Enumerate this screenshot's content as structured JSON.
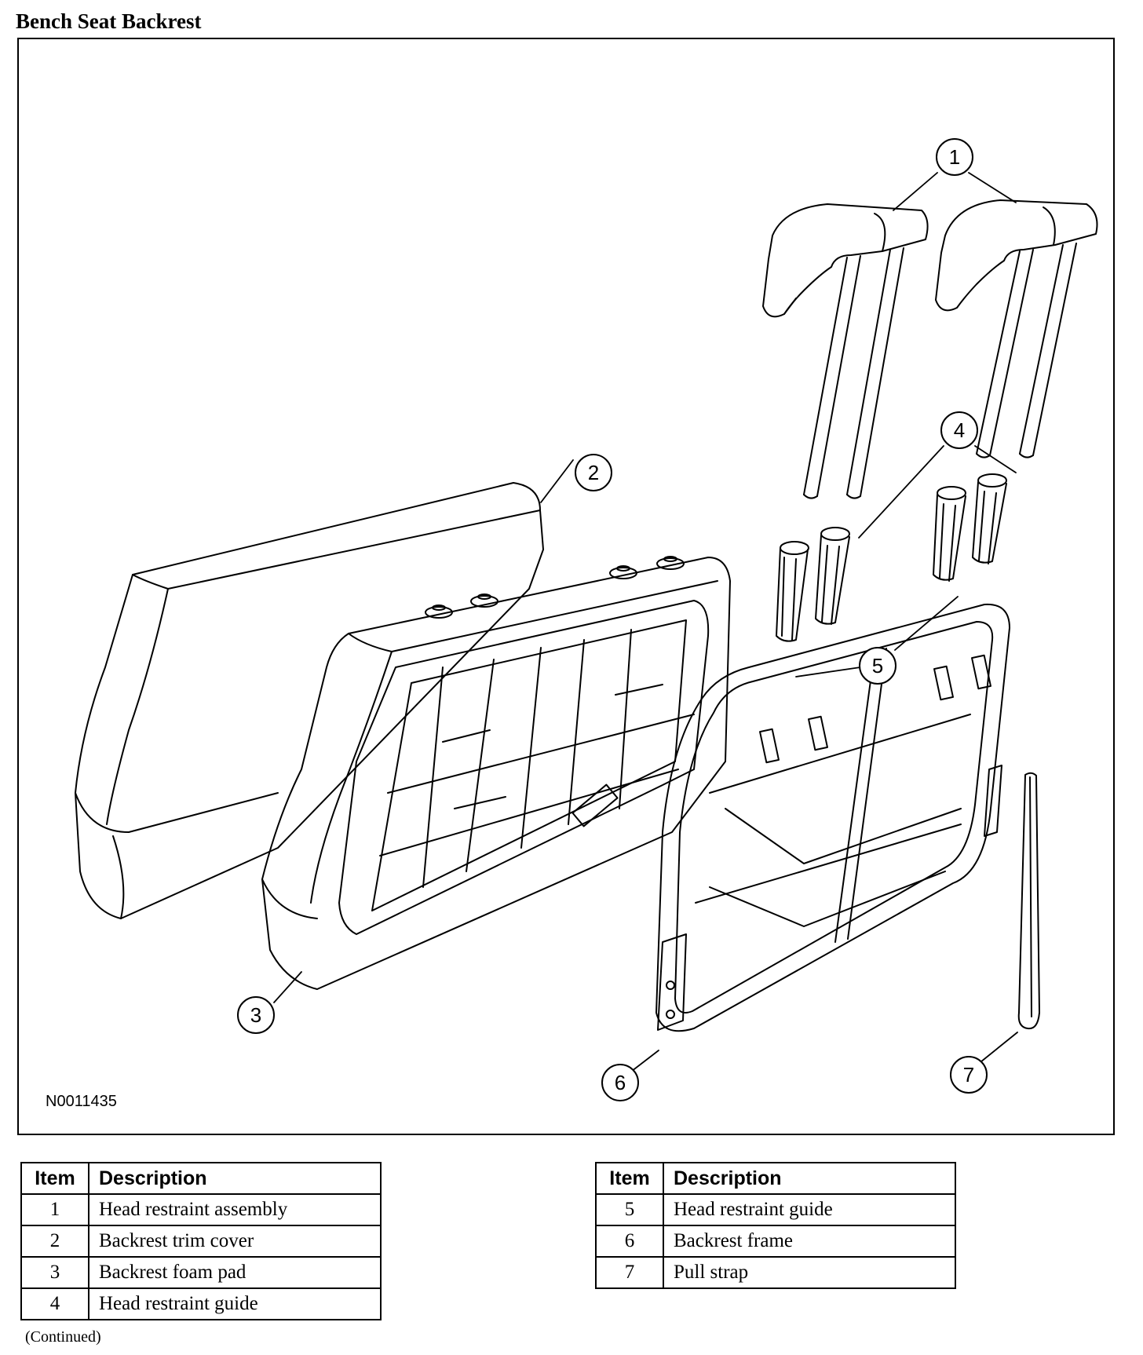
{
  "title": "Bench Seat Backrest",
  "figure": {
    "id": "N0011435",
    "callouts": [
      "1",
      "2",
      "3",
      "4",
      "5",
      "6",
      "7"
    ]
  },
  "table_left": {
    "header_item": "Item",
    "header_desc": "Description",
    "rows": [
      {
        "item": "1",
        "desc": "Head restraint assembly"
      },
      {
        "item": "2",
        "desc": "Backrest trim cover"
      },
      {
        "item": "3",
        "desc": "Backrest foam pad"
      },
      {
        "item": "4",
        "desc": "Head restraint guide"
      }
    ]
  },
  "table_right": {
    "header_item": "Item",
    "header_desc": "Description",
    "rows": [
      {
        "item": "5",
        "desc": "Head restraint guide"
      },
      {
        "item": "6",
        "desc": "Backrest frame"
      },
      {
        "item": "7",
        "desc": "Pull strap"
      }
    ]
  },
  "footer": "(Continued)",
  "colors": {
    "line": "#000000",
    "background": "#ffffff"
  }
}
